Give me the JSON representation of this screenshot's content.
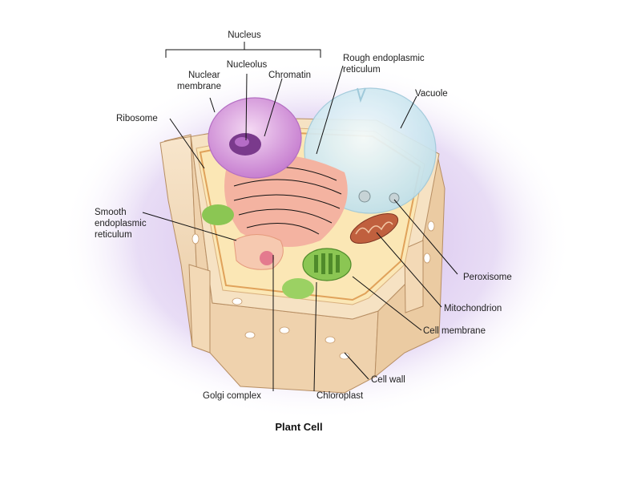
{
  "diagram": {
    "caption": "Plant Cell",
    "labels": {
      "nucleus": "Nucleus",
      "nucleolus": "Nucleolus",
      "nuclear_membrane": [
        "Nuclear",
        "membrane"
      ],
      "chromatin": "Chromatin",
      "rough_er": [
        "Rough endoplasmic",
        "reticulum"
      ],
      "vacuole": "Vacuole",
      "ribosome": "Ribosome",
      "smooth_er": [
        "Smooth",
        "endoplasmic",
        "reticulum"
      ],
      "peroxisome": "Peroxisome",
      "mitochondrion": "Mitochondrion",
      "cell_membrane": "Cell membrane",
      "cell_wall": "Cell wall",
      "golgi_complex": "Golgi complex",
      "chloroplast": "Chloroplast"
    },
    "colors": {
      "halo": "#c9a9e6",
      "cell_wall": "#f3dcbc",
      "cytoplasm": "#fbe7b5",
      "nucleus": "#d9a2e0",
      "vacuole": "#d8ecf3",
      "rough_er": "#e9907f",
      "chloroplast": "#7fbf4a",
      "mitochondrion": "#c0603e",
      "label_text": "#222222"
    }
  }
}
